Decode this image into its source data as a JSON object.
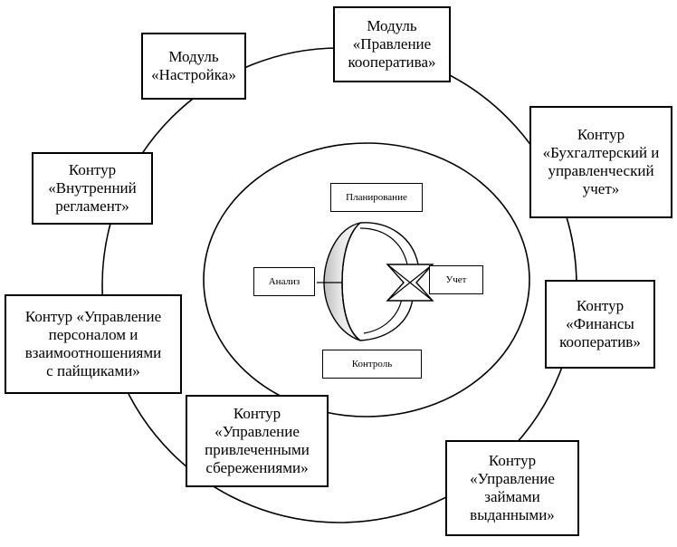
{
  "modules": {
    "nastroyka": "Модуль\n«Настройка»",
    "pravlenie": "Модуль\n«Правление\nкооператива»",
    "buhuchet": "Контур\n«Бухгалтерский  и\nуправленческий\nучет»",
    "finansy": "Контур\n«Финансы\nкооператив»",
    "zaymy": "Контур\n«Управление\nзаймами\nвыданными»",
    "sberezheniya": "Контур\n«Управление\nпривлеченными\nсбережениями»",
    "personal": "Контур «Управление\nперсоналом и\nвзаимоотношениями\nс пайщиками»",
    "reglament": "Контур\n«Внутренний\nрегламент»"
  },
  "cycle": {
    "planning": "Планирование",
    "analysis": "Анализ",
    "accounting": "Учет",
    "control": "Контроль"
  }
}
